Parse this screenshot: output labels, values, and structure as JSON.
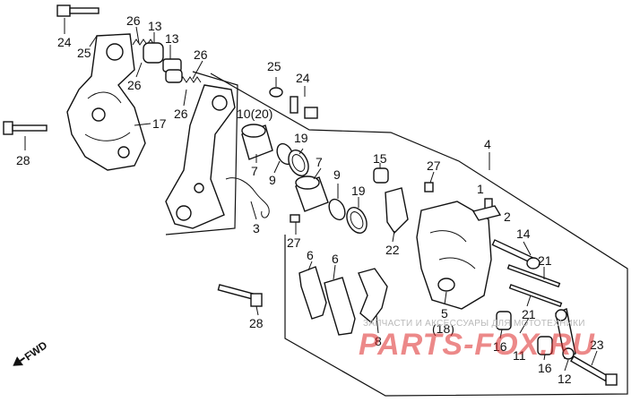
{
  "callouts": {
    "c24a": "24",
    "c25a": "25",
    "c26a": "26",
    "c13a": "13",
    "c13b": "13",
    "c26b": "26",
    "c26c": "26",
    "c26d": "26",
    "c17": "17",
    "c28a": "28",
    "c25b": "25",
    "c24b": "24",
    "c10": "10(20)",
    "c19a": "19",
    "c7a": "7",
    "c9a": "9",
    "c7b": "7",
    "c9b": "9",
    "c19b": "19",
    "c3": "3",
    "c27a": "27",
    "c4": "4",
    "c15": "15",
    "c27b": "27",
    "c1": "1",
    "c2": "2",
    "c22": "22",
    "c6a": "6",
    "c6b": "6",
    "c14": "14",
    "c21a": "21",
    "c21b": "21",
    "c5": "5",
    "c18": "(18)",
    "c8": "8",
    "c16a": "16",
    "c11": "11",
    "c16b": "16",
    "c23": "23",
    "c12": "12",
    "c28b": "28"
  },
  "fwd_label": "FWD",
  "watermark": {
    "small": "ЗАПЧАСТИ И АКСЕССУАРЫ ДЛЯ МОТОТЕХНИКИ",
    "big": "PARTS-FOX.RU"
  }
}
